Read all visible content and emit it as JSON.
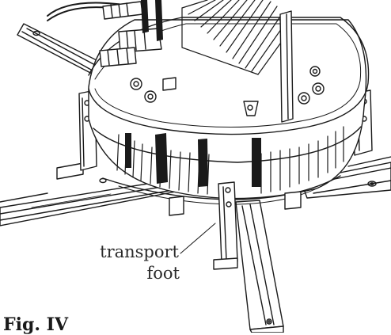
{
  "figure": {
    "caption": "Fig. IV",
    "callout": {
      "line1": "transport",
      "line2": "foot"
    }
  },
  "colors": {
    "ink": "#1a1a1a",
    "paper": "#ffffff"
  }
}
